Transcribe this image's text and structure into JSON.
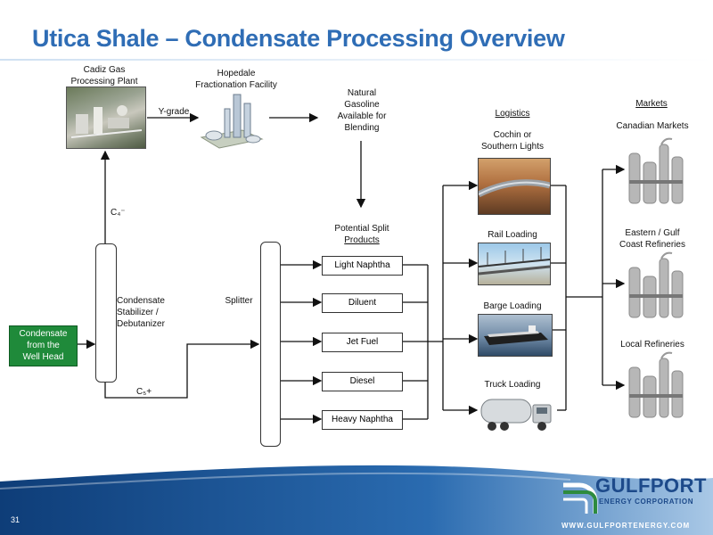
{
  "title": "Utica Shale – Condensate Processing Overview",
  "page_number": "31",
  "nodes": {
    "cadiz": "Cadiz Gas\nProcessing Plant",
    "hopedale": "Hopedale\nFractionation Facility",
    "ygrade": "Y-grade",
    "natural_gasoline": "Natural\nGasoline\nAvailable for\nBlending",
    "c4": "C₄⁻",
    "c5": "C₅+",
    "stabilizer": "Condensate\nStabilizer /\nDebutanizer",
    "splitter": "Splitter",
    "source": "Condensate\nfrom the\nWell Head",
    "potential_split": "Potential Split",
    "products": "Products"
  },
  "products": [
    "Light Naphtha",
    "Diluent",
    "Jet Fuel",
    "Diesel",
    "Heavy Naphtha"
  ],
  "logistics": {
    "header": "Logistics",
    "items": [
      "Cochin or\nSouthern Lights",
      "Rail Loading",
      "Barge Loading",
      "Truck Loading"
    ]
  },
  "markets": {
    "header": "Markets",
    "items": [
      "Canadian Markets",
      "Eastern / Gulf\nCoast Refineries",
      "Local Refineries"
    ]
  },
  "logo": {
    "name": "GULFPORT",
    "sub": "ENERGY CORPORATION",
    "url": "WWW.GULFPORTENERGY.COM"
  },
  "colors": {
    "title": "#2f6db5",
    "footer": "#1c4f8f",
    "source_box": "#1f8a3a"
  }
}
